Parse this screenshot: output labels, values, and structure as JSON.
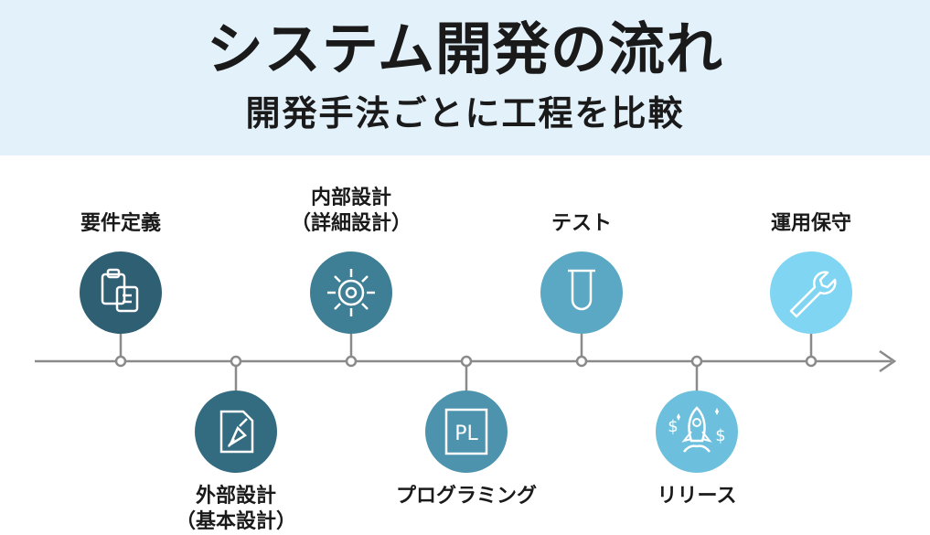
{
  "title": "システム開発の流れ",
  "subtitle": "開発手法ごとに工程を比較",
  "colors": {
    "header_bg": "#e3f1fb",
    "axis": "#8a8a8a",
    "stage_colors": [
      "#2f5f73",
      "#336b80",
      "#3f7f96",
      "#4d93ad",
      "#5ba8c4",
      "#6dc0dd",
      "#7fd5f2"
    ]
  },
  "stages": [
    {
      "label": "要件定義",
      "sublabel": "",
      "icon": "clipboard-icon",
      "position": "above"
    },
    {
      "label": "外部設計",
      "sublabel": "（基本設計）",
      "icon": "document-pen-icon",
      "position": "below"
    },
    {
      "label": "内部設計",
      "sublabel": "（詳細設計）",
      "icon": "gear-icon",
      "position": "above"
    },
    {
      "label": "プログラミング",
      "sublabel": "",
      "icon": "pl-code-icon",
      "position": "below",
      "icon_text": "PL"
    },
    {
      "label": "テスト",
      "sublabel": "",
      "icon": "test-tube-icon",
      "position": "above"
    },
    {
      "label": "リリース",
      "sublabel": "",
      "icon": "rocket-icon",
      "position": "below",
      "icon_text": "$ $"
    },
    {
      "label": "運用保守",
      "sublabel": "",
      "icon": "wrench-icon",
      "position": "above"
    }
  ]
}
